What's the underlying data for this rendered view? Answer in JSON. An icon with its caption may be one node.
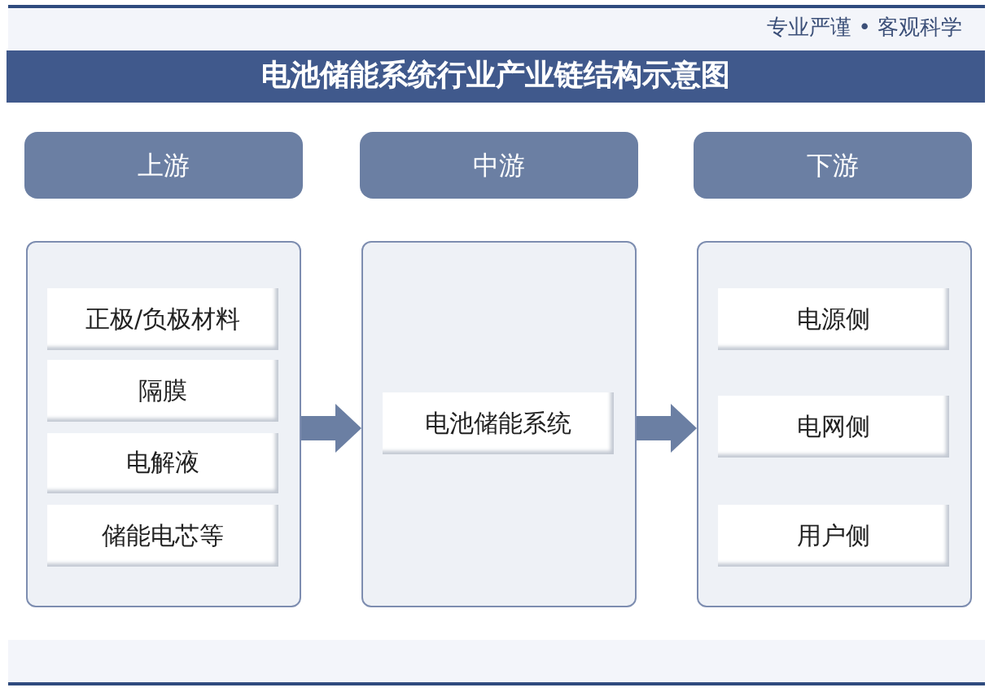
{
  "diagram": {
    "title": "电池储能系统行业产业链结构示意图",
    "nodes": [
      {
        "text": [
          "上游"
        ]
      },
      {
        "text": [
          "中游"
        ]
      },
      {
        "text": [
          "下游"
        ]
      },
      {
        "text": [],
        "shape": "box"
      },
      {
        "text": [
          "正极/负极材料"
        ],
        "in": 3
      },
      {
        "text": [
          "隔膜"
        ],
        "in": 3
      },
      {
        "text": [
          "电解液"
        ],
        "in": 3
      },
      {
        "text": [
          "储能电芯等"
        ],
        "in": 3
      },
      {
        "text": [],
        "shape": "box"
      },
      {
        "text": [
          "电池储能系统"
        ],
        "in": 8
      },
      {
        "text": [],
        "shape": "box"
      },
      {
        "text": [
          "电源侧"
        ],
        "in": 10
      },
      {
        "text": [
          "电网侧"
        ],
        "in": 10
      },
      {
        "text": [
          "用户侧"
        ],
        "in": 10
      }
    ],
    "edges": [
      {
        "from": 3,
        "to": 8,
        "arrow": "to"
      },
      {
        "from": 8,
        "to": 10,
        "arrow": "to"
      }
    ],
    "labels": [
      "专业严谨 • 客观科学"
    ]
  }
}
